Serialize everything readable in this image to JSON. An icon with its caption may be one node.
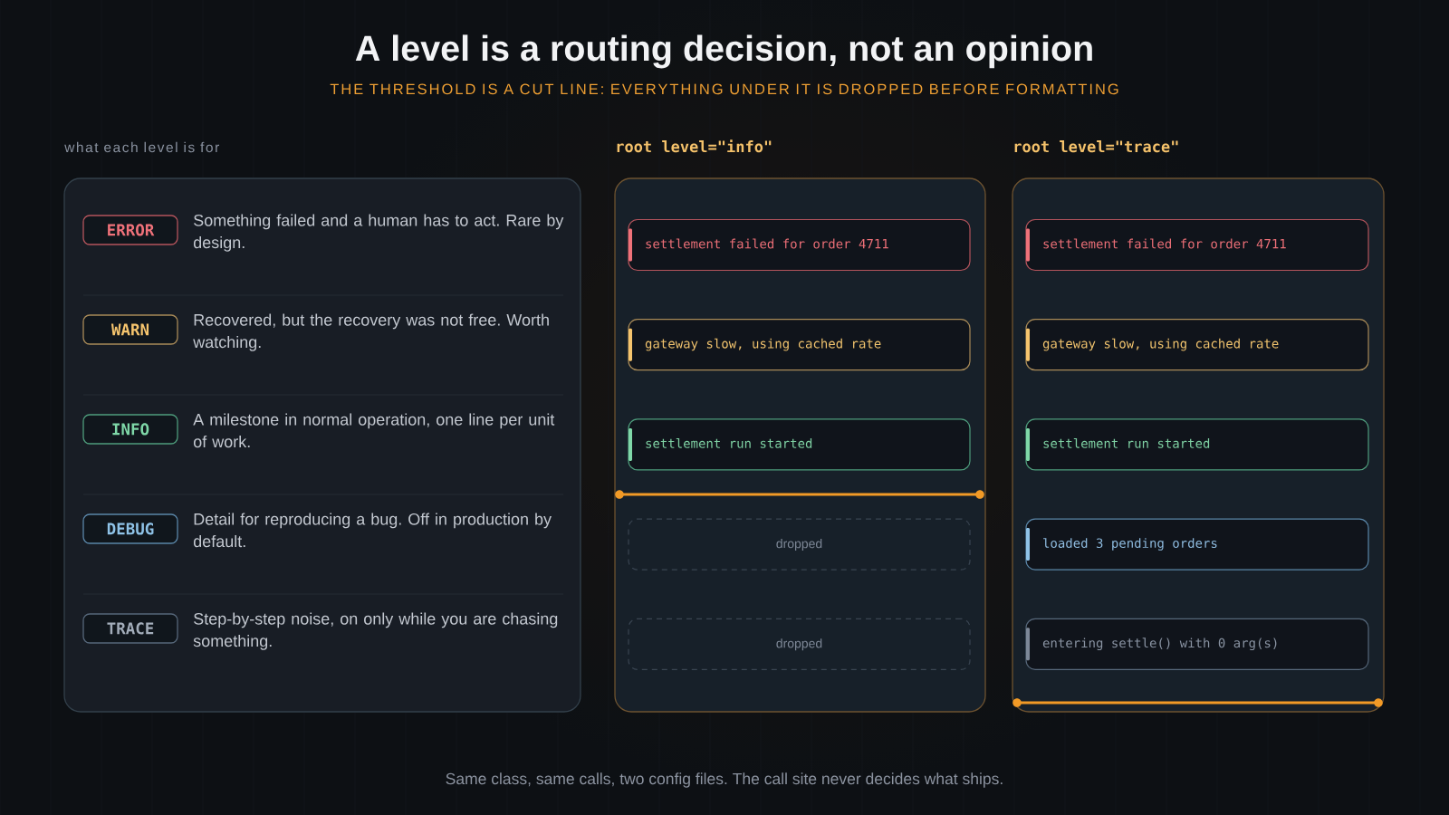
{
  "diagram": {
    "title": "A level is a routing decision, not an opinion",
    "caption": "Same class, same calls, two config files. The call site never decides what ships.",
    "labels": [
      "THE THRESHOLD IS A CUT LINE: EVERYTHING UNDER IT IS DROPPED BEFORE FORMATTING"
    ],
    "nodes": [
      {
        "text": [
          "what each level is for"
        ]
      },
      {
        "text": [
          "ERROR"
        ],
        "in": 0,
        "beside": [
          "Something failed and a human has to act. Rare by design."
        ]
      },
      {
        "text": [
          "WARN"
        ],
        "in": 0,
        "beside": [
          "Recovered, but the recovery was not free. Worth watching."
        ]
      },
      {
        "text": [
          "INFO"
        ],
        "in": 0,
        "beside": [
          "A milestone in normal operation, one line per unit of work."
        ]
      },
      {
        "text": [
          "DEBUG"
        ],
        "in": 0,
        "beside": [
          "Detail for reproducing a bug. Off in production by default."
        ]
      },
      {
        "text": [
          "TRACE"
        ],
        "in": 0,
        "beside": [
          "Step-by-step noise, on only while you are chasing something."
        ]
      },
      {
        "text": [
          "root level=\"info\""
        ]
      },
      {
        "text": [
          "settlement failed for order 4711"
        ],
        "in": 6
      },
      {
        "text": [
          "gateway slow, using cached rate"
        ],
        "in": 6
      },
      {
        "text": [
          "settlement run started"
        ],
        "in": 6
      },
      {
        "text": [
          "dropped"
        ],
        "in": 6
      },
      {
        "text": [
          "dropped"
        ],
        "in": 6
      },
      {
        "text": [
          "root level=\"trace\""
        ]
      },
      {
        "text": [
          "settlement failed for order 4711"
        ],
        "in": 12
      },
      {
        "text": [
          "gateway slow, using cached rate"
        ],
        "in": 12
      },
      {
        "text": [
          "settlement run started"
        ],
        "in": 12
      },
      {
        "text": [
          "loaded 3 pending orders"
        ],
        "in": 12
      },
      {
        "text": [
          "entering settle() with 0 arg(s)"
        ],
        "in": 12
      }
    ]
  }
}
